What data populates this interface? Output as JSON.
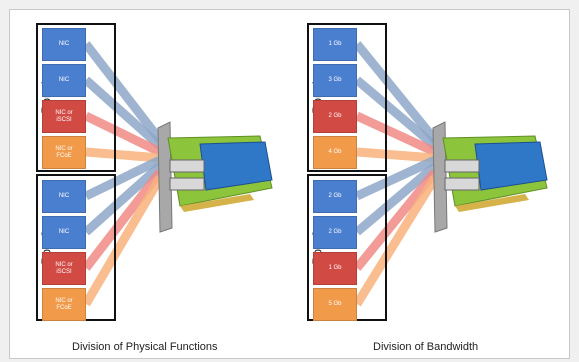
{
  "colors": {
    "blue": "#4a7fcf",
    "red": "#d24a44",
    "orange": "#f09a4a",
    "link_blue": "#8ea8c8",
    "link_red": "#f08a86",
    "link_orange": "#f8b27c",
    "card_green": "#8cc43c",
    "card_blue": "#2f78c8"
  },
  "left": {
    "caption": "Division of Physical Functions",
    "port1": {
      "label": "Port 1",
      "slots": [
        {
          "text": "NIC",
          "color": "blue"
        },
        {
          "text": "NIC",
          "color": "blue"
        },
        {
          "text": "NIC or iSCSI",
          "color": "red"
        },
        {
          "text": "NIC or FCoE",
          "color": "orange"
        }
      ]
    },
    "port2": {
      "label": "Port 2",
      "slots": [
        {
          "text": "NIC",
          "color": "blue"
        },
        {
          "text": "NIC",
          "color": "blue"
        },
        {
          "text": "NIC or iSCSI",
          "color": "red"
        },
        {
          "text": "NIC or FCoE",
          "color": "orange"
        }
      ]
    }
  },
  "right": {
    "caption": "Division of Bandwidth",
    "port1": {
      "label": "Port 1",
      "slots": [
        {
          "text": "1 Gb",
          "color": "blue"
        },
        {
          "text": "3 Gb",
          "color": "blue"
        },
        {
          "text": "2 Gb",
          "color": "red"
        },
        {
          "text": "4 Gb",
          "color": "orange"
        }
      ]
    },
    "port2": {
      "label": "Port 2",
      "slots": [
        {
          "text": "2 Gb",
          "color": "blue"
        },
        {
          "text": "2 Gb",
          "color": "blue"
        },
        {
          "text": "1 Gb",
          "color": "red"
        },
        {
          "text": "5 Gb",
          "color": "orange"
        }
      ]
    }
  }
}
